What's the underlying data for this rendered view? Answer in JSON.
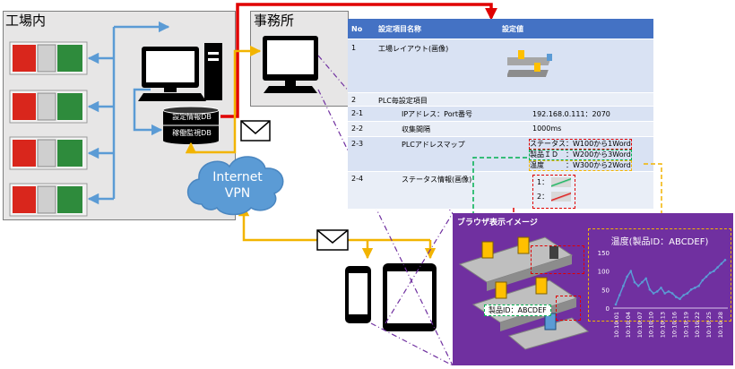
{
  "factory": {
    "title": "工場内"
  },
  "office": {
    "title": "事務所"
  },
  "db": {
    "settings": "設定情報DB",
    "operation": "稼働監視DB"
  },
  "network": {
    "line1": "Internet",
    "line2": "VPN"
  },
  "table": {
    "headers": [
      "No",
      "設定項目名称",
      "設定値"
    ],
    "rows": [
      {
        "no": "1",
        "name": "工場レイアウト(画像)",
        "value": ""
      },
      {
        "no": "2",
        "name": "PLC毎設定項目",
        "value": ""
      },
      {
        "no": "2-1",
        "name": "IPアドレス：Port番号",
        "value": "192.168.0.111：2070"
      },
      {
        "no": "2-2",
        "name": "収集間隔",
        "value": "1000ms"
      },
      {
        "no": "2-3",
        "name": "PLCアドレスマップ",
        "value": ""
      },
      {
        "no": "2-4",
        "name": "ステータス情報(画像)",
        "value": ""
      }
    ],
    "address_map": [
      "ステータス：W100から1Word",
      "製品ＩＤ　：W200から3Word",
      "温度　　　：W300から2Word"
    ],
    "status_items": [
      "1：",
      "2："
    ]
  },
  "browser": {
    "title": "ブラウザ表示イメージ",
    "product_label": "製品ID：ABCDEF"
  },
  "colors": {
    "accent_red": "#e00000",
    "accent_yellow": "#f2b400",
    "accent_green": "#00b050",
    "link_blue": "#5b9bd5",
    "table_header": "#4472c4",
    "panel": "#7030a0"
  },
  "chart_data": {
    "type": "line",
    "title": "温度(製品ID：ABCDEF)",
    "xlabel": "",
    "ylabel": "",
    "ylim": [
      0,
      150
    ],
    "yticks": [
      0,
      50,
      100,
      150
    ],
    "x": [
      "10:10:01",
      "10:10:04",
      "10:10:07",
      "10:10:10",
      "10:10:13",
      "10:10:16",
      "10:10:19",
      "10:10:22",
      "10:10:25",
      "10:10:28"
    ],
    "series": [
      {
        "values": [
          10,
          35,
          60,
          85,
          100,
          70,
          60,
          70,
          80,
          50,
          40,
          45,
          55,
          40,
          45,
          40,
          30,
          25,
          35,
          40,
          50,
          55,
          60,
          75,
          85,
          95,
          100,
          110,
          120,
          130
        ]
      }
    ],
    "grid": false,
    "legend": "none"
  }
}
